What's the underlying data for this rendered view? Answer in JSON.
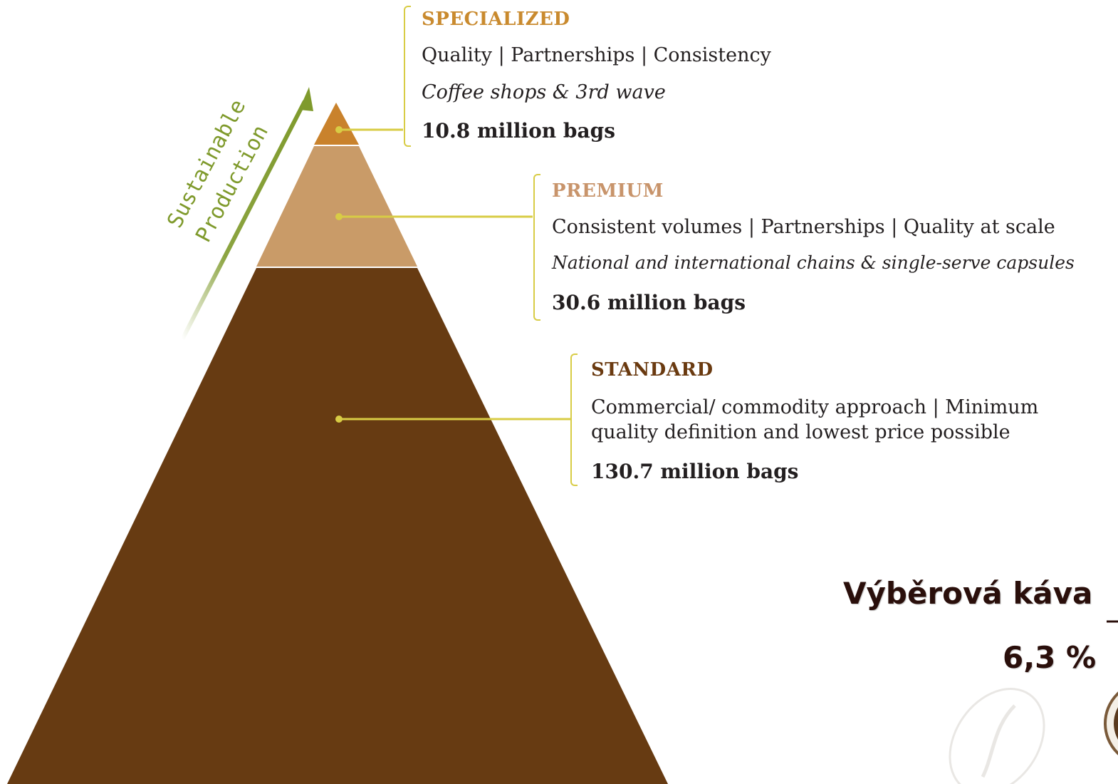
{
  "arrow": {
    "line1": "Sustainable",
    "line2": "Production",
    "color": "#7f9a2c"
  },
  "tiers": [
    {
      "id": "specialized",
      "title": "SPECIALIZED",
      "title_color": "#c98a2e",
      "fill": "#c9822c",
      "line1": "Quality | Partnerships | Consistency",
      "line2": "Coffee shops & 3rd wave",
      "bags": "10.8 million bags"
    },
    {
      "id": "premium",
      "title": "PREMIUM",
      "title_color": "#c8946b",
      "fill": "#c99b68",
      "line1": "Consistent volumes | Partnerships | Quality at scale",
      "line2": "National and international chains & single-serve capsules",
      "bags": "30.6 million bags"
    },
    {
      "id": "standard",
      "title": "STANDARD",
      "title_color": "#6a3a10",
      "fill": "#673b12",
      "line1": "Commercial/ commodity approach | Minimum",
      "line2": "quality definition and lowest price possible",
      "bags": "130.7 million bags"
    }
  ],
  "connector_color": "#d8cc45",
  "overlay": {
    "label": "Výběrová káva",
    "percent": "6,3 %"
  }
}
